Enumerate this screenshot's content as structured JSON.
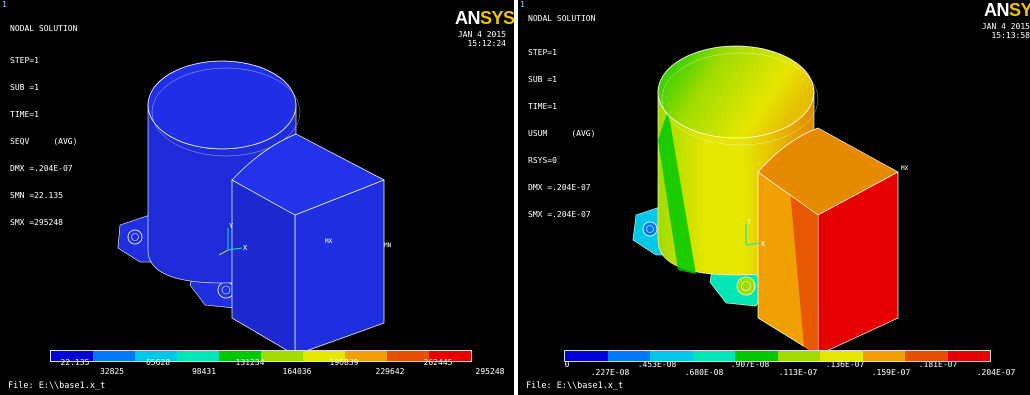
{
  "left": {
    "window_number": "1",
    "title": "NODAL SOLUTION",
    "info": [
      "STEP=1",
      "SUB =1",
      "TIME=1",
      "SEQV     (AVG)",
      "DMX =.204E-07",
      "SMN =22.135",
      "SMX =295248"
    ],
    "logo_an": "AN",
    "logo_sys": "SYS",
    "date": "JAN  4 2015",
    "time": "15:12:24",
    "mx_label": "MX",
    "mn_label": "MN",
    "axis_y": "Y",
    "axis_x": "X",
    "legend_top": [
      "22.135",
      "65628",
      "131234",
      "196839",
      "262445"
    ],
    "legend_bottom": [
      "32825",
      "98431",
      "164036",
      "229642",
      "295248"
    ],
    "file": "File: E:\\\\base1.x_t"
  },
  "right": {
    "window_number": "1",
    "title": "NODAL SOLUTION",
    "info": [
      "STEP=1",
      "SUB =1",
      "TIME=1",
      "USUM     (AVG)",
      "RSYS=0",
      "DMX =.204E-07",
      "SMX =.204E-07"
    ],
    "logo_an": "AN",
    "logo_sys": "SYS",
    "date": "JAN  4 2015",
    "time": "15:13:58",
    "mx_label": "MX",
    "axis_y": "Y",
    "axis_x": "X",
    "legend_top": [
      "0",
      ".453E-08",
      ".907E-08",
      ".136E-07",
      ".181E-07"
    ],
    "legend_bottom": [
      ".227E-08",
      ".680E-08",
      ".113E-07",
      ".159E-07",
      ".204E-07"
    ],
    "file": "File: E:\\\\base1.x_t"
  },
  "colors": {
    "contour_scale": [
      "#0000d8",
      "#0078ff",
      "#00c8e6",
      "#00e6b4",
      "#00c800",
      "#a0dc00",
      "#e6e600",
      "#f0a000",
      "#e65000",
      "#e60000"
    ],
    "model_blue": "#1f2fe0",
    "logo_yellow": "#f2c200"
  }
}
